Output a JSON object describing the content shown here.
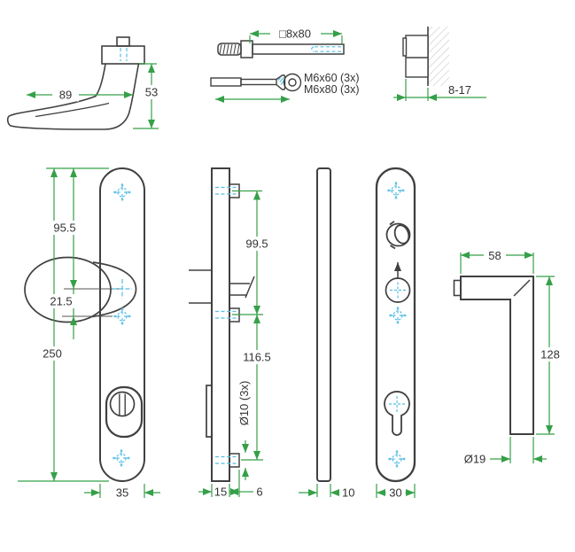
{
  "drawing": {
    "type": "technical-drawing",
    "subject": "security door handle fitting - dimensioned views",
    "colors": {
      "outline": "#404040",
      "dimension_green": "#35a048",
      "centerline_cyan": "#55bde4",
      "hatch_gray": "#c8c8c8",
      "text": "#333333"
    },
    "labels": {
      "handle_top": {
        "width": "89",
        "height": "53"
      },
      "spindle": {
        "size": "□8x80"
      },
      "screws": {
        "m6x60": "M6x60 (3x)",
        "m6x80": "M6x80 (3x)"
      },
      "door": {
        "thickness_range": "8-17"
      },
      "plate_front": {
        "top_to_handle": "95.5",
        "handle_to_cyl": "21.5",
        "height": "250",
        "width": "35"
      },
      "plate_side": {
        "upper_spacing": "99.5",
        "lower_spacing": "116.5",
        "stud_dia": "Ø10 (3x)",
        "thickness": "15",
        "stud_len": "6"
      },
      "gasket": {
        "thickness": "10"
      },
      "plate_inner": {
        "width": "30"
      },
      "lever": {
        "reach": "58",
        "length": "128",
        "diameter": "Ø19"
      }
    }
  }
}
